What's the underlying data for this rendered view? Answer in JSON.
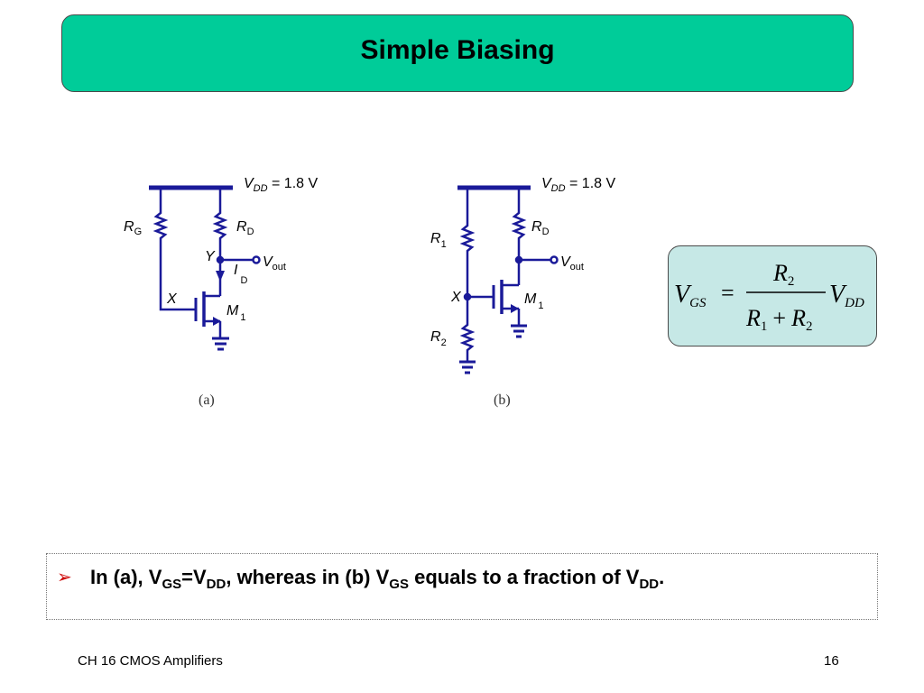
{
  "slide": {
    "title": "Simple Biasing",
    "footer_left": "CH 16 CMOS Amplifiers",
    "page_number": "16"
  },
  "circuit_a": {
    "vdd_label": "V",
    "vdd_sub": "DD",
    "vdd_value": " = 1.8 V",
    "rg_main": "R",
    "rg_sub": "G",
    "rd_main": "R",
    "rd_sub": "D",
    "node_y": "Y",
    "node_x": "X",
    "id_main": "I",
    "id_sub": "D",
    "vout_main": "V",
    "vout_sub": "out",
    "m_main": "M",
    "m_sub": "1",
    "caption": "(a)"
  },
  "circuit_b": {
    "vdd_label": "V",
    "vdd_sub": "DD",
    "vdd_value": " = 1.8 V",
    "r1_main": "R",
    "r1_sub": "1",
    "r2_main": "R",
    "r2_sub": "2",
    "rd_main": "R",
    "rd_sub": "D",
    "node_x": "X",
    "vout_main": "V",
    "vout_sub": "out",
    "m_main": "M",
    "m_sub": "1",
    "caption": "(b)"
  },
  "formula": {
    "lhs_main": "V",
    "lhs_sub": "GS",
    "equals": "=",
    "num_main": "R",
    "num_sub": "2",
    "den_a_main": "R",
    "den_a_sub": "1",
    "plus": "+",
    "den_b_main": "R",
    "den_b_sub": "2",
    "rhs_main": "V",
    "rhs_sub": "DD"
  },
  "bullet": {
    "t1": "In (a), V",
    "s1": "GS",
    "t2": "=V",
    "s2": "DD",
    "t3": ", whereas in (b) V",
    "s3": "GS",
    "t4": " equals to a fraction of V",
    "s4": "DD",
    "t5": "."
  },
  "colors": {
    "title_bg": "#00cc99",
    "formula_bg": "#c6e8e6",
    "wire": "#1a1a99",
    "bullet_arrow": "#cc0000"
  }
}
